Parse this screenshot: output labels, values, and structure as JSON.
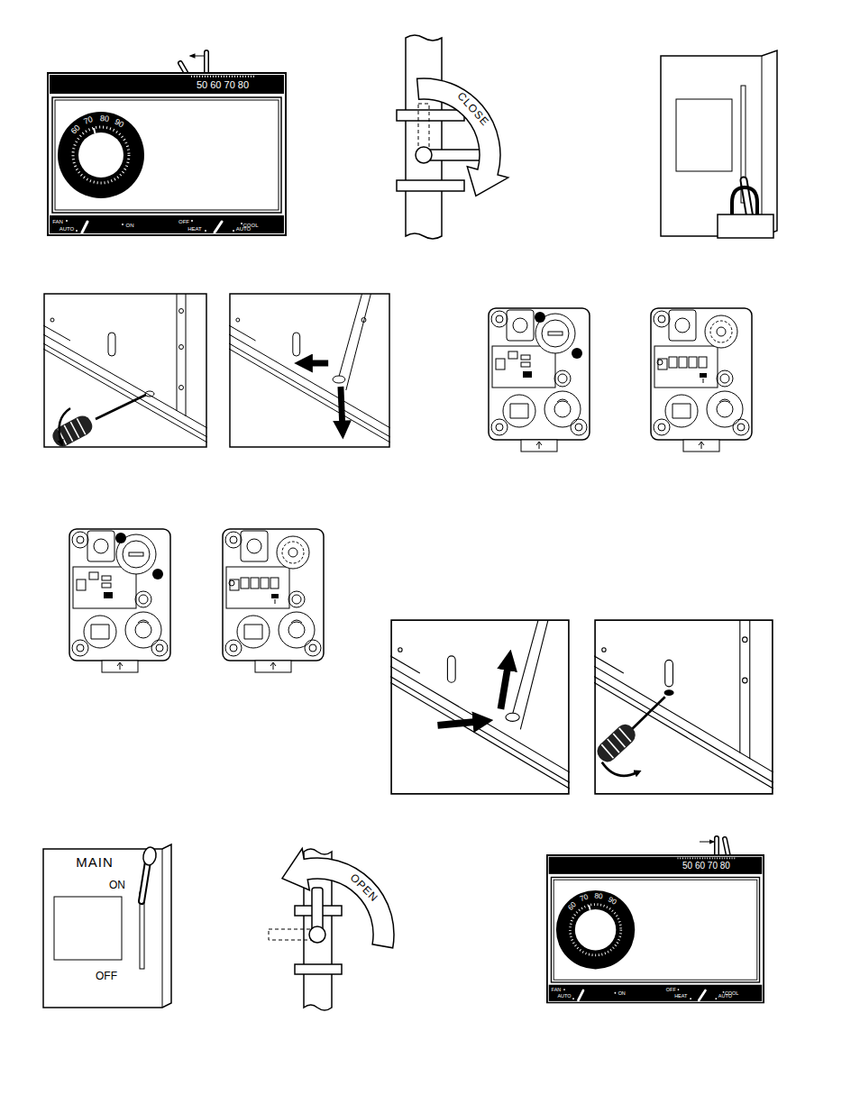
{
  "diagram": {
    "labels": [
      "50 60 70 80",
      "60",
      "70",
      "80",
      "90",
      "FAN",
      "AUTO",
      "ON",
      "OFF",
      "HEAT",
      "COOL",
      "AUTO",
      "CLOSE",
      "MAIN",
      "ON",
      "OFF",
      "OPEN",
      "50 60 70 80",
      "60",
      "70",
      "80",
      "90",
      "FAN",
      "AUTO",
      "ON",
      "OFF",
      "HEAT",
      "COOL",
      "AUTO"
    ]
  }
}
